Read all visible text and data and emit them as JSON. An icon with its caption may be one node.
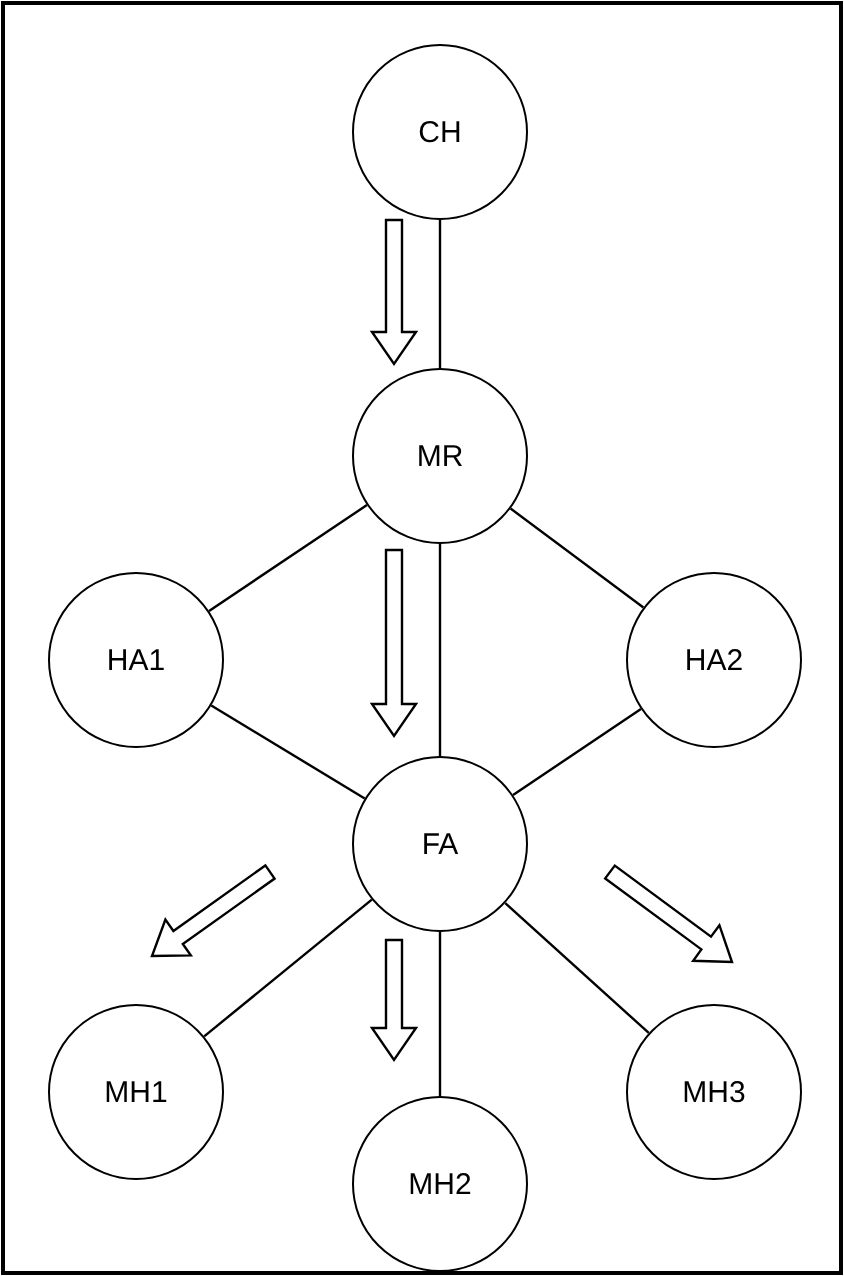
{
  "diagram": {
    "nodes": [
      {
        "text": [
          "CH"
        ]
      },
      {
        "text": [
          "MR"
        ]
      },
      {
        "text": [
          "HA1"
        ]
      },
      {
        "text": [
          "HA2"
        ]
      },
      {
        "text": [
          "FA"
        ]
      },
      {
        "text": [
          "MH1"
        ]
      },
      {
        "text": [
          "MH2"
        ]
      },
      {
        "text": [
          "MH3"
        ]
      }
    ],
    "edges": [
      {
        "from": 0,
        "to": 1,
        "arrow": "none"
      },
      {
        "from": 1,
        "to": 2,
        "arrow": "none"
      },
      {
        "from": 1,
        "to": 3,
        "arrow": "none"
      },
      {
        "from": 1,
        "to": 4,
        "arrow": "none"
      },
      {
        "from": 2,
        "to": 4,
        "arrow": "none"
      },
      {
        "from": 3,
        "to": 4,
        "arrow": "none"
      },
      {
        "from": 4,
        "to": 5,
        "arrow": "none"
      },
      {
        "from": 4,
        "to": 6,
        "arrow": "none"
      },
      {
        "from": 4,
        "to": 7,
        "arrow": "none"
      },
      {
        "from": 0,
        "to": 1,
        "arrow": "to",
        "style": "thick"
      },
      {
        "from": 1,
        "to": 4,
        "arrow": "to",
        "style": "thick"
      },
      {
        "from": 4,
        "to": 5,
        "arrow": "to",
        "style": "thick"
      },
      {
        "from": 4,
        "to": 6,
        "arrow": "to",
        "style": "thick"
      },
      {
        "from": 4,
        "to": 7,
        "arrow": "to",
        "style": "thick"
      }
    ]
  }
}
